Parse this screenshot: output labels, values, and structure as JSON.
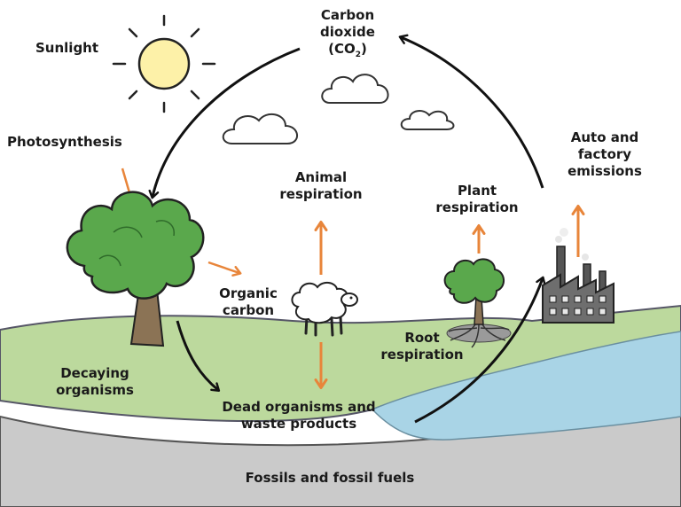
{
  "labels": {
    "sunlight": "Sunlight",
    "co2_line1": "Carbon",
    "co2_line2": "dioxide",
    "co2_open": "(CO",
    "co2_sub": "2",
    "co2_close": ")",
    "photosynthesis": "Photosynthesis",
    "animal_resp_line1": "Animal",
    "animal_resp_line2": "respiration",
    "plant_resp_line1": "Plant",
    "plant_resp_line2": "respiration",
    "auto_line1": "Auto and",
    "auto_line2": "factory",
    "auto_line3": "emissions",
    "organic_line1": "Organic",
    "organic_line2": "carbon",
    "root_line1": "Root",
    "root_line2": "respiration",
    "decay_line1": "Decaying",
    "decay_line2": "organisms",
    "dead_line1": "Dead organisms and",
    "dead_line2": "waste products",
    "fossils": "Fossils and fossil fuels"
  },
  "colors": {
    "arrow_orange": "#e8853a",
    "arrow_black": "#111111",
    "grass": "#b9d99a",
    "water": "#a9d4e6",
    "soil": "#c9c9c9",
    "tree_leaf": "#5aa84c",
    "trunk": "#8b7355",
    "sun": "#fdf1a8"
  }
}
